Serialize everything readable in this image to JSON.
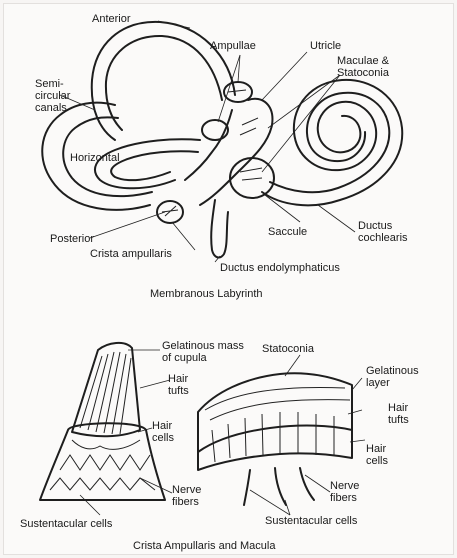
{
  "labyrinth": {
    "caption": "Membranous Labyrinth",
    "labels": {
      "anterior": "Anterior",
      "ampullae": "Ampullae",
      "utricle": "Utricle",
      "maculae": "Maculae &\nStatoconia",
      "semicircular": "Semi-\ncircular\ncanals",
      "horizontal": "Horizontal",
      "posterior": "Posterior",
      "crista": "Crista ampullaris",
      "saccule": "Saccule",
      "cochlearis": "Ductus\ncochlearis",
      "endolymphaticus": "Ductus endolymphaticus"
    }
  },
  "crista_macula": {
    "caption": "Crista Ampullaris and Macula",
    "labels": {
      "gelatinous_cupula": "Gelatinous mass\nof cupula",
      "hair_tufts_left": "Hair\ntufts",
      "hair_cells_left": "Hair\ncells",
      "nerve_fibers_left": "Nerve\nfibers",
      "sustentacular_left": "Sustentacular cells",
      "statoconia": "Statoconia",
      "gelatinous_layer": "Gelatinous\nlayer",
      "hair_tufts_right": "Hair\ntufts",
      "hair_cells_right": "Hair\ncells",
      "nerve_fibers_right": "Nerve\nfibers",
      "sustentacular_right": "Sustentacular cells"
    }
  }
}
